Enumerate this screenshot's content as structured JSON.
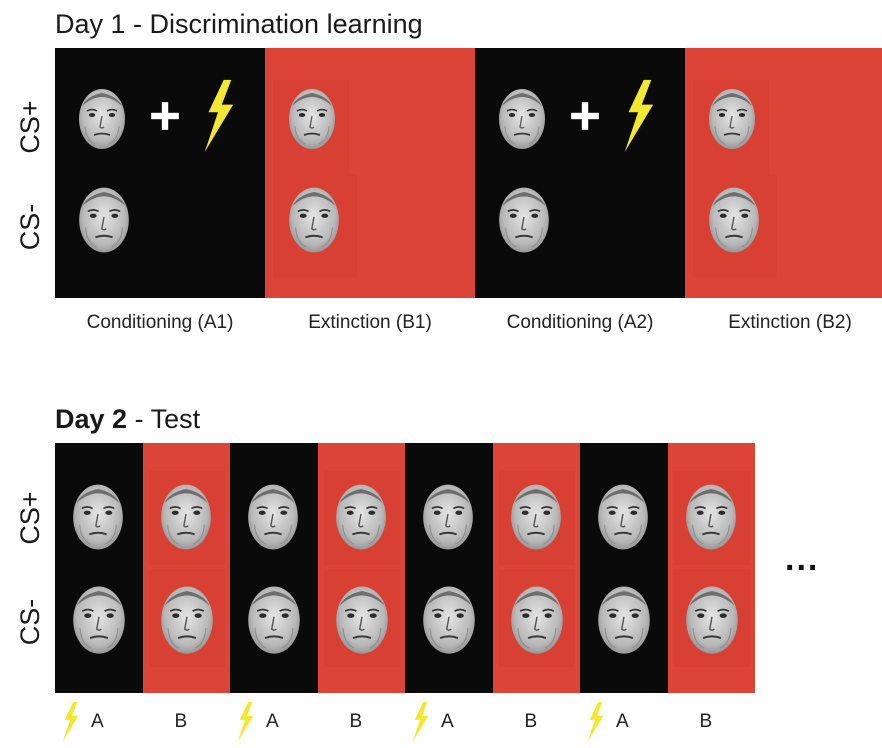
{
  "day1": {
    "title_bold": "",
    "title": "Day 1 - Discrimination learning",
    "row_labels": [
      "CS+",
      "CS-"
    ],
    "phases": [
      {
        "label": "Conditioning (A1)",
        "context": "black",
        "shock": true
      },
      {
        "label": "Extinction (B1)",
        "context": "red",
        "shock": false
      },
      {
        "label": "Conditioning (A2)",
        "context": "black",
        "shock": true
      },
      {
        "label": "Extinction (B2)",
        "context": "red",
        "shock": false
      }
    ],
    "plus_symbol": "+"
  },
  "day2": {
    "title_bold": "Day 2",
    "title_rest": " - Test",
    "row_labels": [
      "CS+",
      "CS-"
    ],
    "trials": [
      {
        "label": "A",
        "context": "black",
        "shock": true
      },
      {
        "label": "B",
        "context": "red",
        "shock": false
      },
      {
        "label": "A",
        "context": "black",
        "shock": true
      },
      {
        "label": "B",
        "context": "red",
        "shock": false
      },
      {
        "label": "A",
        "context": "black",
        "shock": true
      },
      {
        "label": "B",
        "context": "red",
        "shock": false
      },
      {
        "label": "A",
        "context": "black",
        "shock": true
      },
      {
        "label": "B",
        "context": "red",
        "shock": false
      }
    ],
    "ellipsis": "..."
  },
  "colors": {
    "context_a": "#0a0a0a",
    "context_b": "#dc4437",
    "shock": "#f2e832"
  },
  "icons": [
    "face-icon",
    "plus-icon",
    "lightning-bolt-icon"
  ]
}
